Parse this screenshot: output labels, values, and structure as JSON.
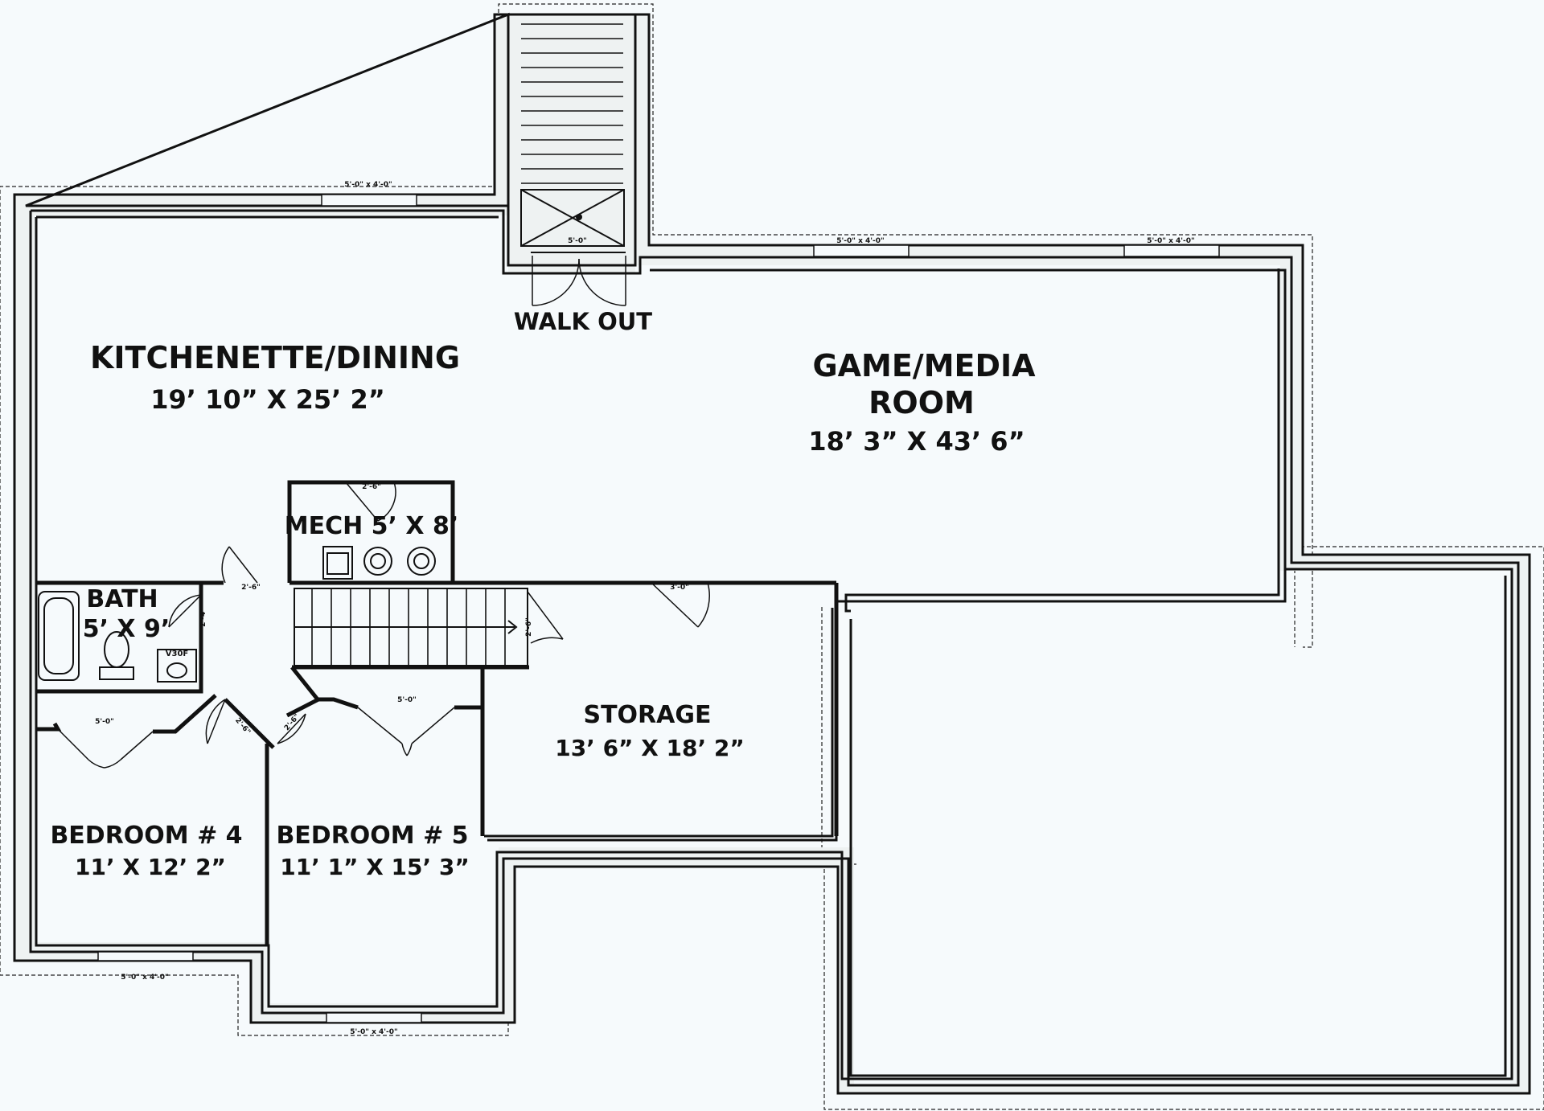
{
  "rooms": {
    "kitchenette": {
      "name": "KITCHENETTE/DINING",
      "dims": "19’ 10” X 25’ 2”"
    },
    "game_media": {
      "name_line1": "GAME/MEDIA",
      "name_line2": "ROOM",
      "dims": "18’ 3” X 43’ 6”"
    },
    "mech": {
      "name": "MECH 5’ X 8’"
    },
    "bath": {
      "name": "BATH",
      "dims": "5’ X 9’"
    },
    "storage": {
      "name": "STORAGE",
      "dims": "13’ 6” X 18’ 2”"
    },
    "bedroom4": {
      "name": "BEDROOM # 4",
      "dims": "11’ X 12’ 2”"
    },
    "bedroom5": {
      "name": "BEDROOM # 5",
      "dims": "11’ 1” X 15’ 3”"
    }
  },
  "labels": {
    "walk_out": "WALK OUT",
    "vanity": "V30F"
  },
  "windows": {
    "kitchen_top": "5'-0\" x 4'-0\"",
    "game_top_left": "5'-0\" x 4'-0\"",
    "game_top_right": "5'-0\" x 4'-0\"",
    "bed4_bottom": "5'-0\" x 4'-0\"",
    "bed5_bottom": "5'-0\" x 4'-0\""
  },
  "doors": {
    "walkout": "5'-0\"",
    "mech": "2'-6\"",
    "hall_top": "2'-6\"",
    "bath": "2'-4\"",
    "stair_door": "2'-6\"",
    "storage": "3'-0\"",
    "bed5_closet": "5'-0\"",
    "bed4_closet": "5'-0\"",
    "bed4_door": "2'-6\"",
    "bed5_door": "2'-6\""
  }
}
